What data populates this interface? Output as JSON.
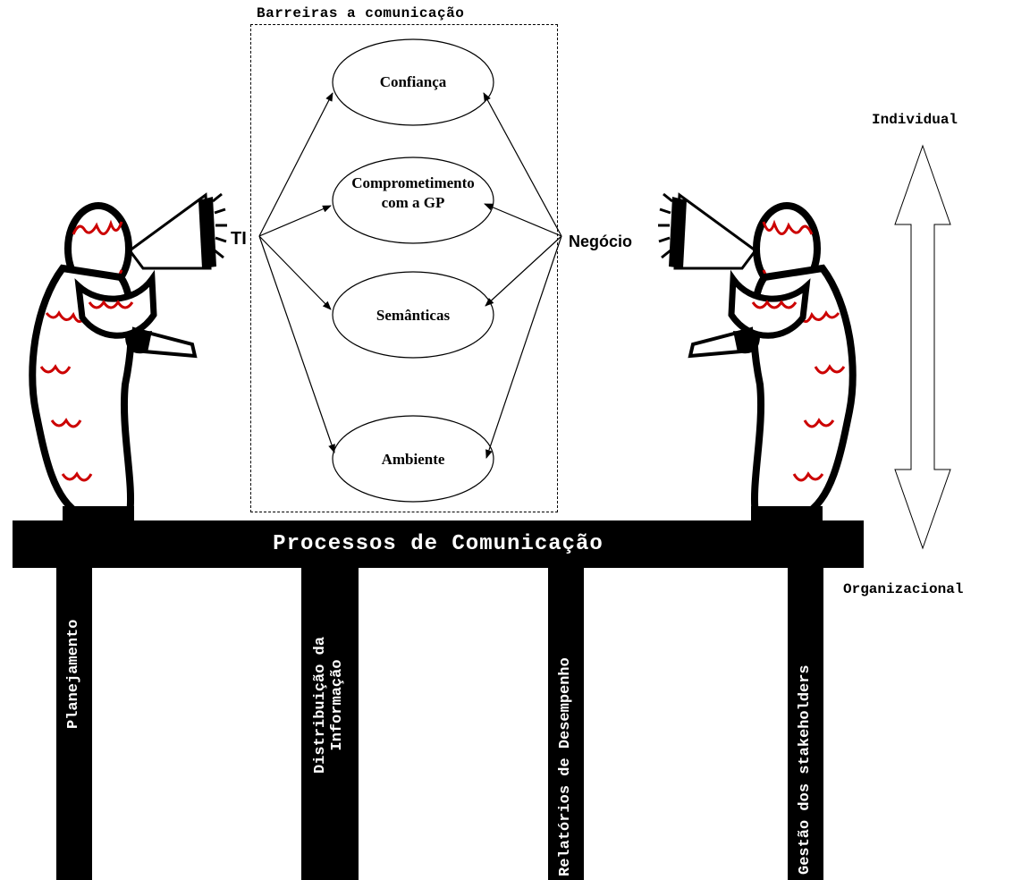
{
  "barriers": {
    "title": "Barreiras a comunicação",
    "items": [
      {
        "lines": [
          "Confiança"
        ]
      },
      {
        "lines": [
          "Comprometimento",
          "com a GP"
        ]
      },
      {
        "lines": [
          "Semânticas"
        ]
      },
      {
        "lines": [
          "Ambiente"
        ]
      }
    ]
  },
  "actors": {
    "left": "TI",
    "right": "Negócio"
  },
  "scale": {
    "top": "Individual",
    "bottom": "Organizacional"
  },
  "table": {
    "title": "Processos de Comunicação",
    "legs": [
      {
        "lines": [
          "Planejamento"
        ]
      },
      {
        "lines": [
          "Distribuição da",
          "Informação"
        ]
      },
      {
        "lines": [
          "Relatórios de Desempenho"
        ]
      },
      {
        "lines": [
          "Gestão dos stakeholders"
        ]
      }
    ]
  },
  "colors": {
    "figure_accent": "#cc0000",
    "ink": "#000000"
  },
  "icons": [
    "person-with-megaphone-icon",
    "double-arrow-icon"
  ]
}
